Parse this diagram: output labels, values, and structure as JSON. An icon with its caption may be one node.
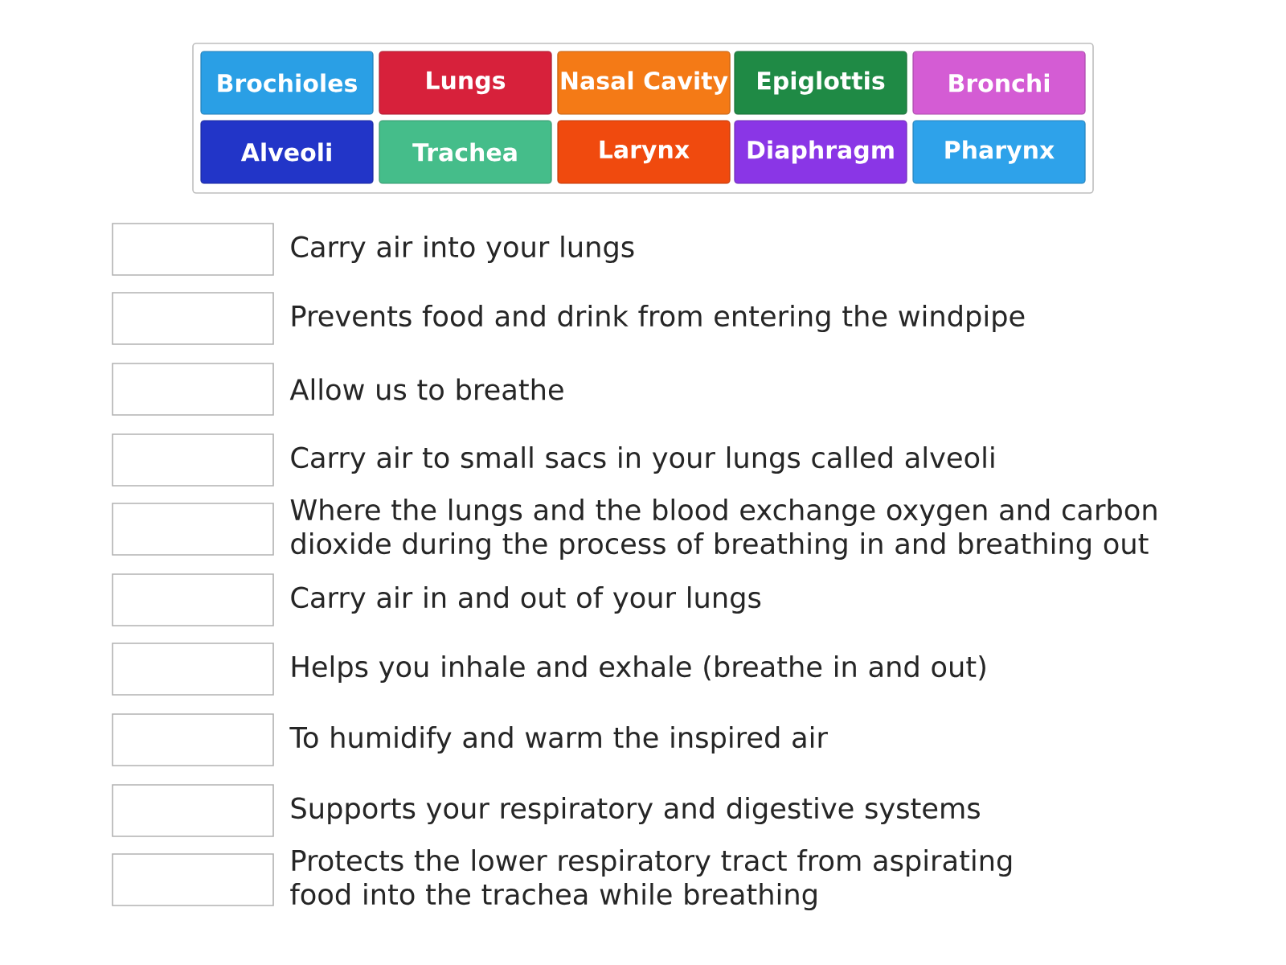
{
  "diagram": {
    "nodes": [
      {
        "text": [],
        "shape": "box"
      },
      {
        "text": [
          "Brochioles"
        ],
        "in": 0
      },
      {
        "text": [
          "Lungs"
        ],
        "in": 0
      },
      {
        "text": [
          "Nasal Cavity"
        ],
        "in": 0
      },
      {
        "text": [
          "Epiglottis"
        ],
        "in": 0
      },
      {
        "text": [
          "Bronchi"
        ],
        "in": 0
      },
      {
        "text": [
          "Alveoli"
        ],
        "in": 0
      },
      {
        "text": [
          "Trachea"
        ],
        "in": 0
      },
      {
        "text": [
          "Larynx"
        ],
        "in": 0
      },
      {
        "text": [
          "Diaphragm"
        ],
        "in": 0
      },
      {
        "text": [
          "Pharynx"
        ],
        "in": 0
      },
      {
        "text": [],
        "shape": "box",
        "beside": [
          "Carry air into your lungs"
        ]
      },
      {
        "text": [],
        "shape": "box",
        "beside": [
          "Prevents food and drink from entering the windpipe"
        ]
      },
      {
        "text": [],
        "shape": "box",
        "beside": [
          "Allow us to breathe"
        ]
      },
      {
        "text": [],
        "shape": "box",
        "beside": [
          "Carry air to small sacs in your lungs called alveoli"
        ]
      },
      {
        "text": [],
        "shape": "box",
        "beside": [
          "Where the lungs and the blood exchange oxygen and carbon dioxide during the process of breathing in and breathing out"
        ]
      },
      {
        "text": [],
        "shape": "box",
        "beside": [
          "Carry air in and out of your lungs"
        ]
      },
      {
        "text": [],
        "shape": "box",
        "beside": [
          "Helps you inhale and exhale (breathe in and out)"
        ]
      },
      {
        "text": [],
        "shape": "box",
        "beside": [
          "To humidify and warm the inspired air"
        ]
      },
      {
        "text": [],
        "shape": "box",
        "beside": [
          "Supports your respiratory and digestive systems"
        ]
      },
      {
        "text": [],
        "shape": "box",
        "beside": [
          "Protects the lower respiratory tract from aspirating food into the trachea while breathing"
        ]
      }
    ]
  }
}
